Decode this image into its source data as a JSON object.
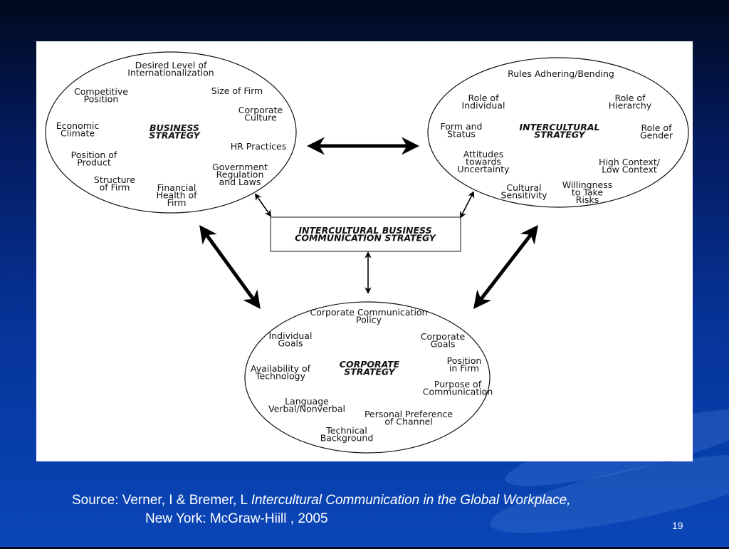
{
  "business": {
    "title": [
      "BUSINESS",
      "STRATEGY"
    ],
    "items": [
      [
        "Desired Level of",
        "Internationalization"
      ],
      [
        "Competitive",
        "Position"
      ],
      [
        "Size of Firm"
      ],
      [
        "Corporate",
        "Culture"
      ],
      [
        "Economic",
        "Climate"
      ],
      [
        "HR Practices"
      ],
      [
        "Position of",
        "Product"
      ],
      [
        "Government",
        "Regulation",
        "and Laws"
      ],
      [
        "Structure",
        "of Firm"
      ],
      [
        "Financial",
        "Health of",
        "Firm"
      ]
    ]
  },
  "intercultural": {
    "title": [
      "INTERCULTURAL",
      "STRATEGY"
    ],
    "items": [
      [
        "Rules Adhering/Bending"
      ],
      [
        "Role of",
        "Individual"
      ],
      [
        "Role of",
        "Hierarchy"
      ],
      [
        "Form and",
        "Status"
      ],
      [
        "Role of",
        "Gender"
      ],
      [
        "Attitudes",
        "towards",
        "Uncertainty"
      ],
      [
        "High Context/",
        "Low Context"
      ],
      [
        "Cultural",
        "Sensitivity"
      ],
      [
        "Willingness",
        "to Take",
        "Risks"
      ]
    ]
  },
  "corporate": {
    "title": [
      "CORPORATE",
      "STRATEGY"
    ],
    "items": [
      [
        "Corporate Communication",
        "Policy"
      ],
      [
        "Individual",
        "Goals"
      ],
      [
        "Corporate",
        "Goals"
      ],
      [
        "Position",
        "in Firm"
      ],
      [
        "Availability of",
        "Technology"
      ],
      [
        "Purpose of",
        "Communication"
      ],
      [
        "Language",
        "Verbal/Nonverbal"
      ],
      [
        "Personal Preference",
        "of Channel"
      ],
      [
        "Technical",
        "Background"
      ]
    ]
  },
  "center": [
    "INTERCULTURAL BUSINESS",
    "COMMUNICATION STRATEGY"
  ],
  "source": {
    "prefix": "Source: Verner, I & Bremer, L ",
    "title": "Intercultural Communication in the Global Workplace,",
    "line2": "New York: McGraw-Hiill , 2005"
  },
  "slide_number": "19"
}
